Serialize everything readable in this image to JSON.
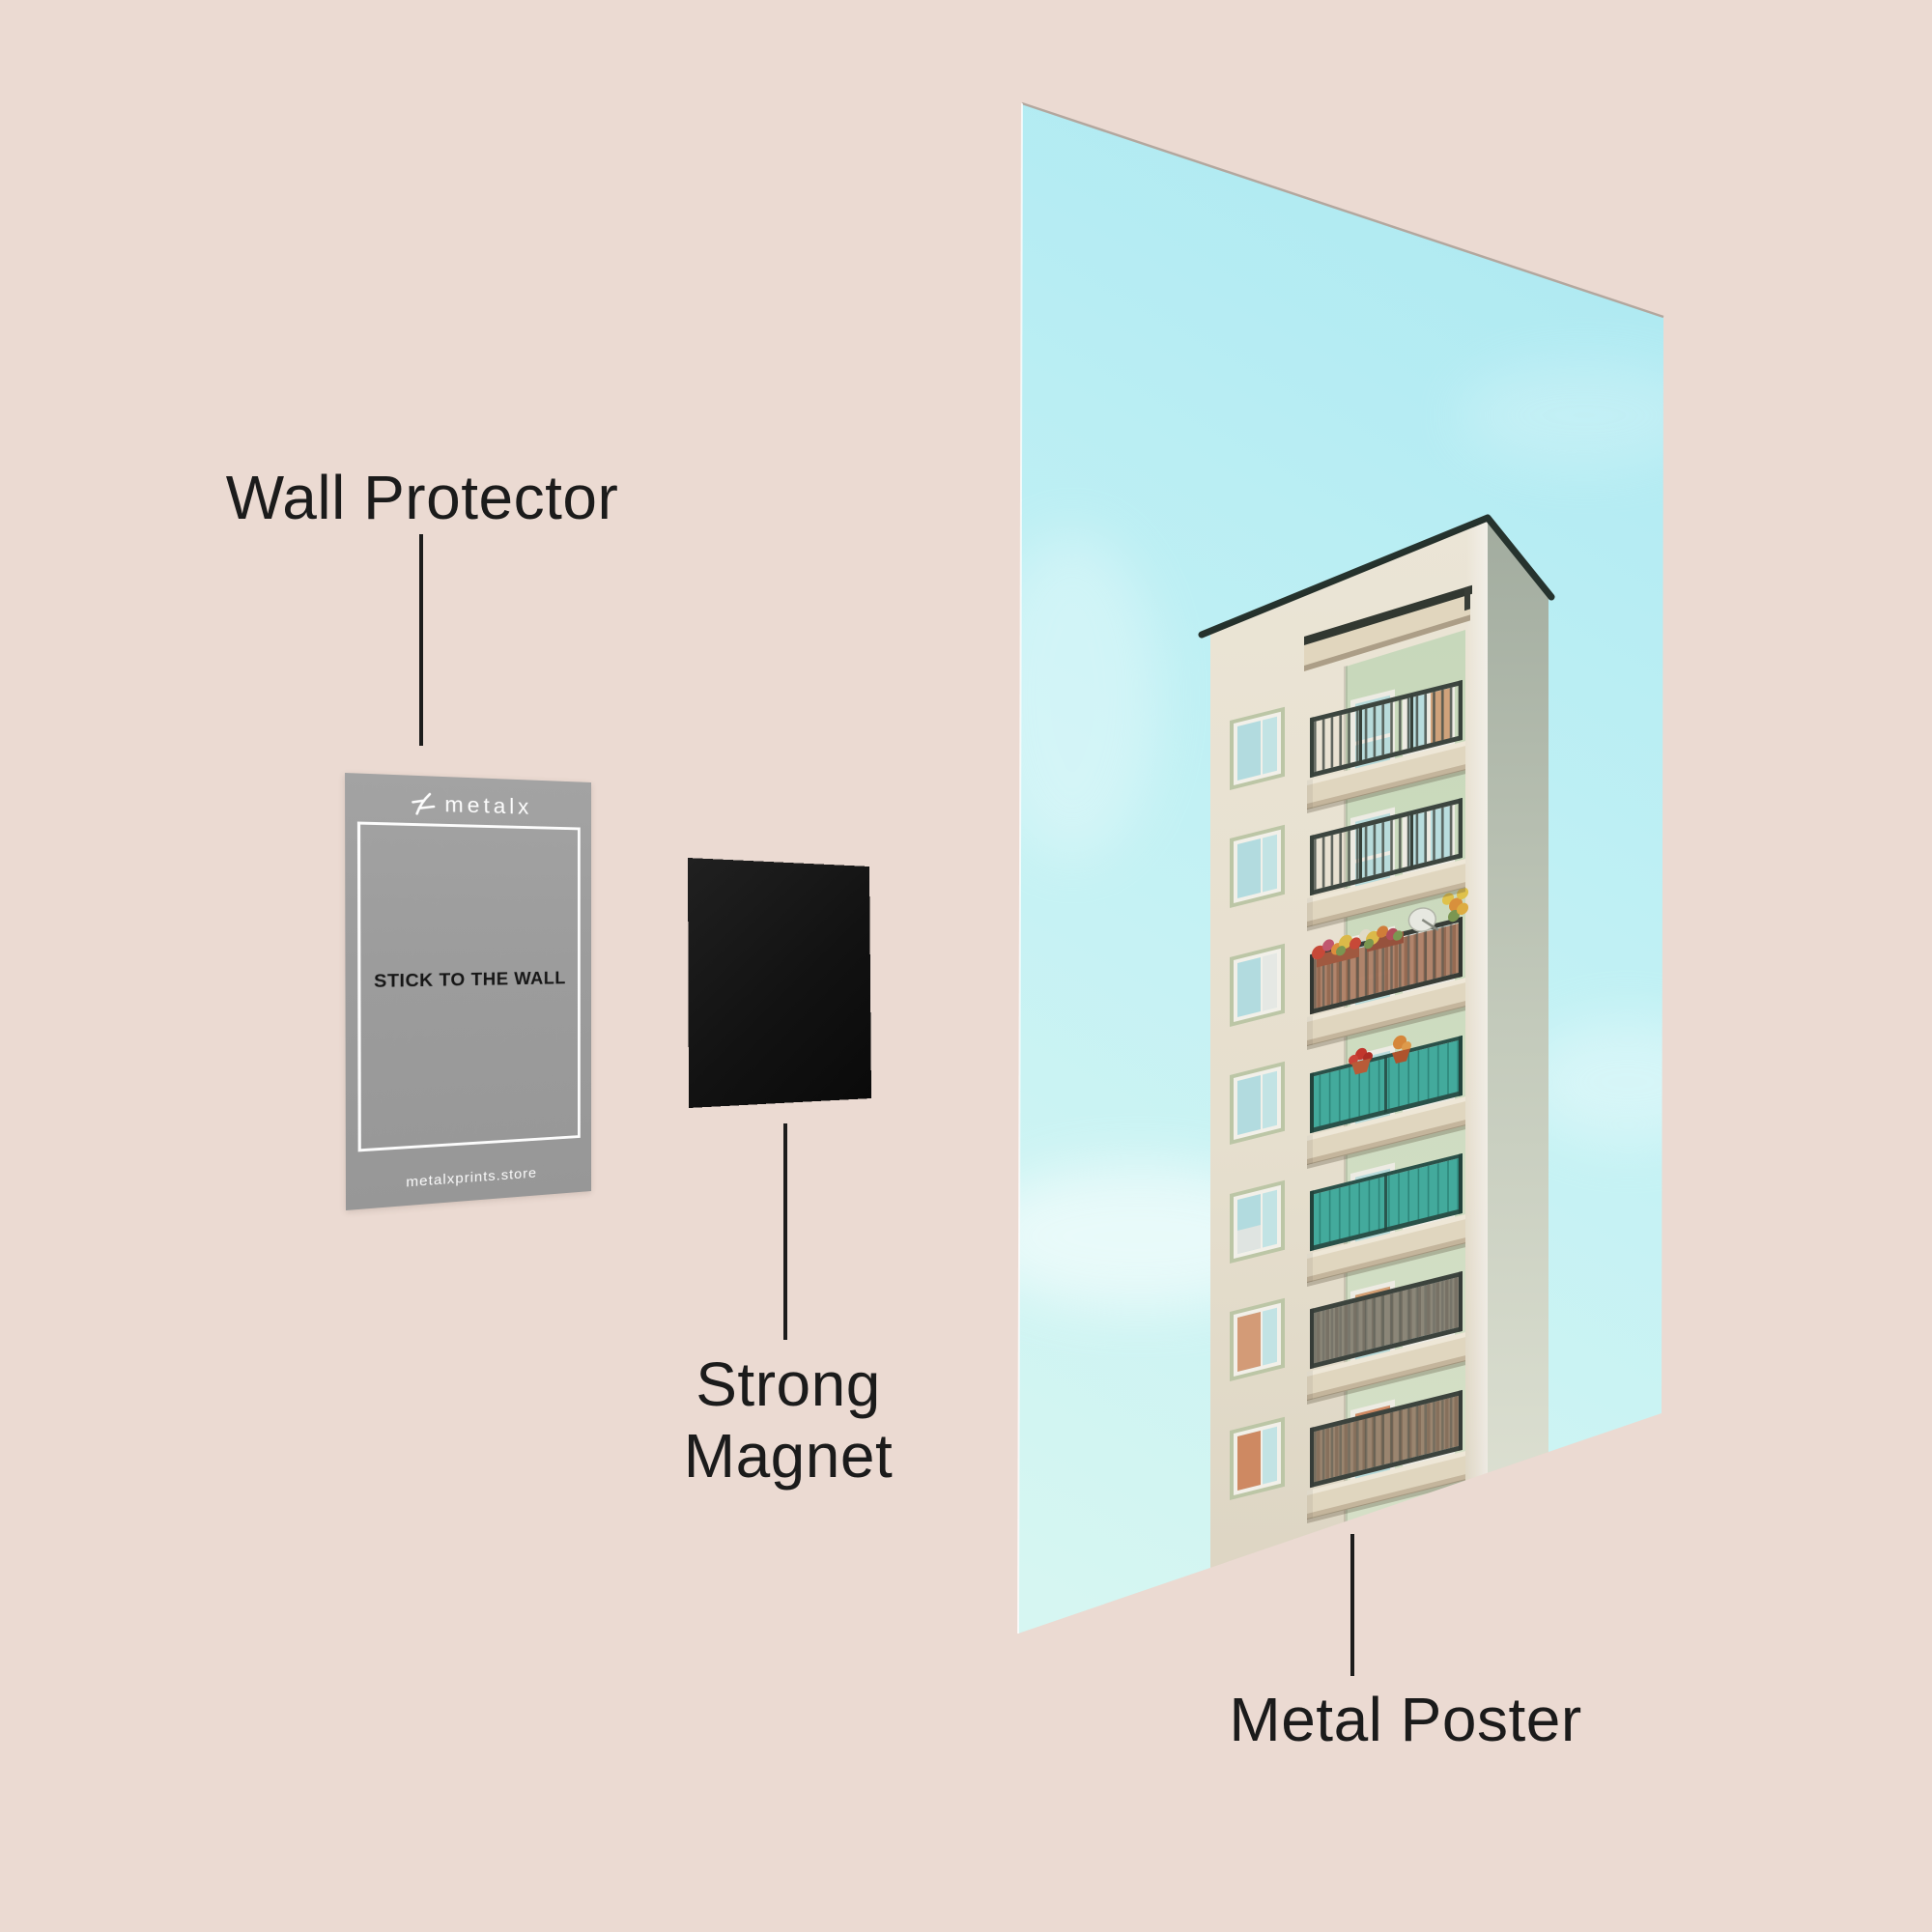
{
  "labels": {
    "wall_protector": "Wall Protector",
    "strong_magnet_line1": "Strong",
    "strong_magnet_line2": "Magnet",
    "metal_poster": "Metal Poster"
  },
  "card": {
    "brand": "metalx",
    "instruction": "STICK TO THE WALL",
    "website": "metalxprints.store"
  },
  "colors": {
    "background": "#EBDAD2",
    "card_gray": "#9C9C9C",
    "magnet_black": "#141414",
    "label_text": "#1B1B1B",
    "sky_cyan": "#BFF0F5",
    "facade_cream": "#F0EADB",
    "balcony_mint": "#D4E4C9",
    "balcony_teal": "#45B1A4"
  }
}
